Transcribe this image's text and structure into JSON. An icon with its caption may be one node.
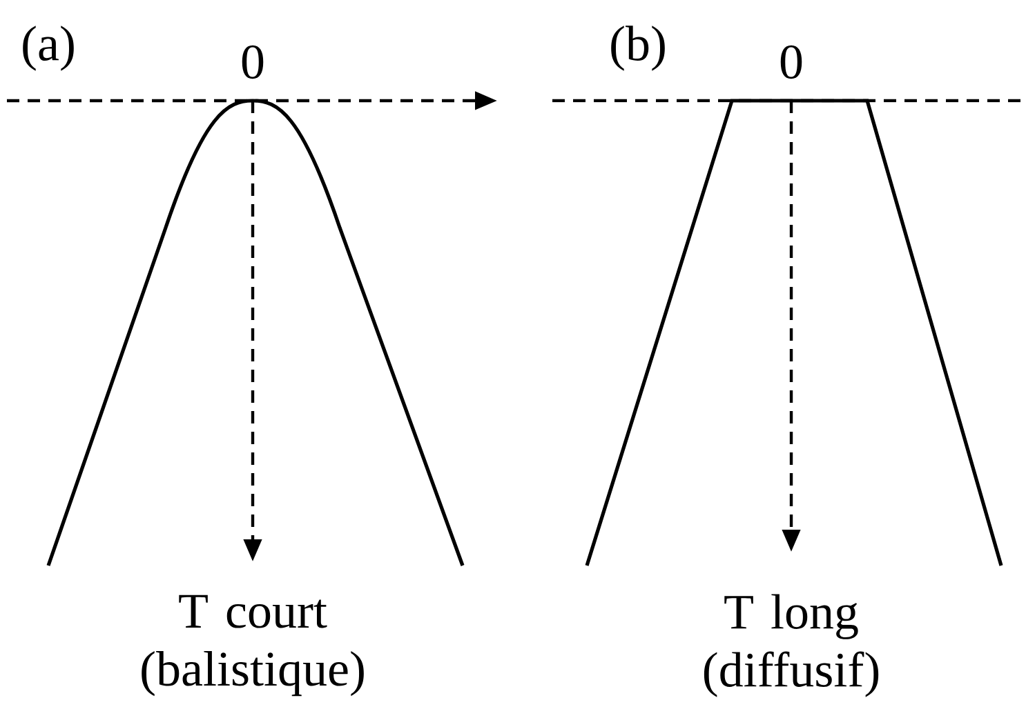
{
  "diagram": {
    "labels": [
      "(a)",
      "0",
      "T court (balistique)",
      "(b)",
      "0",
      "T long (diffusif)"
    ]
  }
}
